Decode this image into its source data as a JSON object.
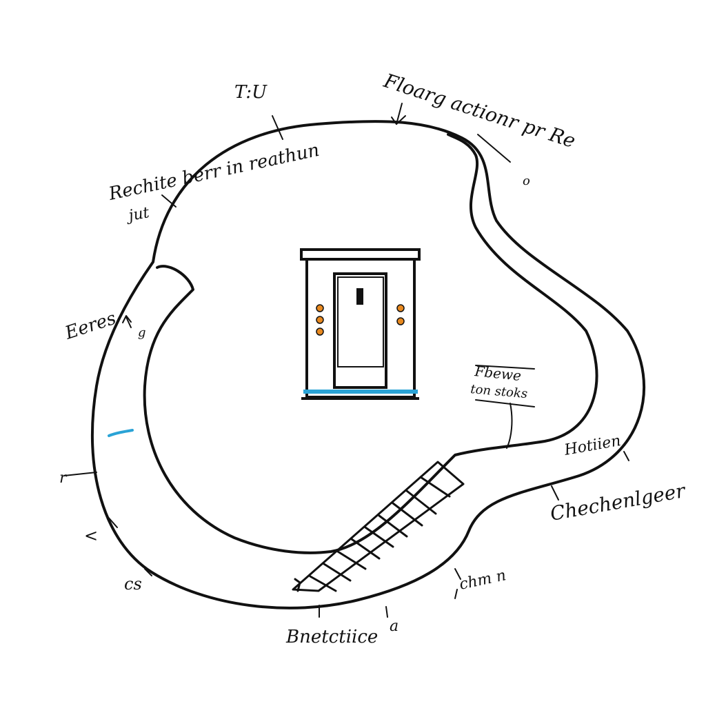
{
  "labels": {
    "top_tu": "T:U",
    "top_left_line": "Rechite berr in reathun",
    "top_left_sub": "jut",
    "top_right": "Floarg actionr pr Re",
    "top_right_tail": "o",
    "left_upper": "Eeres",
    "left_small_mark": "g",
    "left_mid": "r",
    "left_low": "<",
    "left_bottom": "cs",
    "right_note_line1": "Fbewe",
    "right_note_line2": "ton stoks",
    "right_mid": "Hotiien",
    "right_lower": "Chechenlgeer",
    "bottom_right": "chm n",
    "bottom_center": "a",
    "bottom_left": "Bnetctiice"
  },
  "colors": {
    "ink": "#111111",
    "door_knob": "#e8891f",
    "water_blue": "#2aa3d6",
    "paper": "#ffffff"
  },
  "icons": {
    "door": "door-icon",
    "stairs": "stairs-icon"
  }
}
